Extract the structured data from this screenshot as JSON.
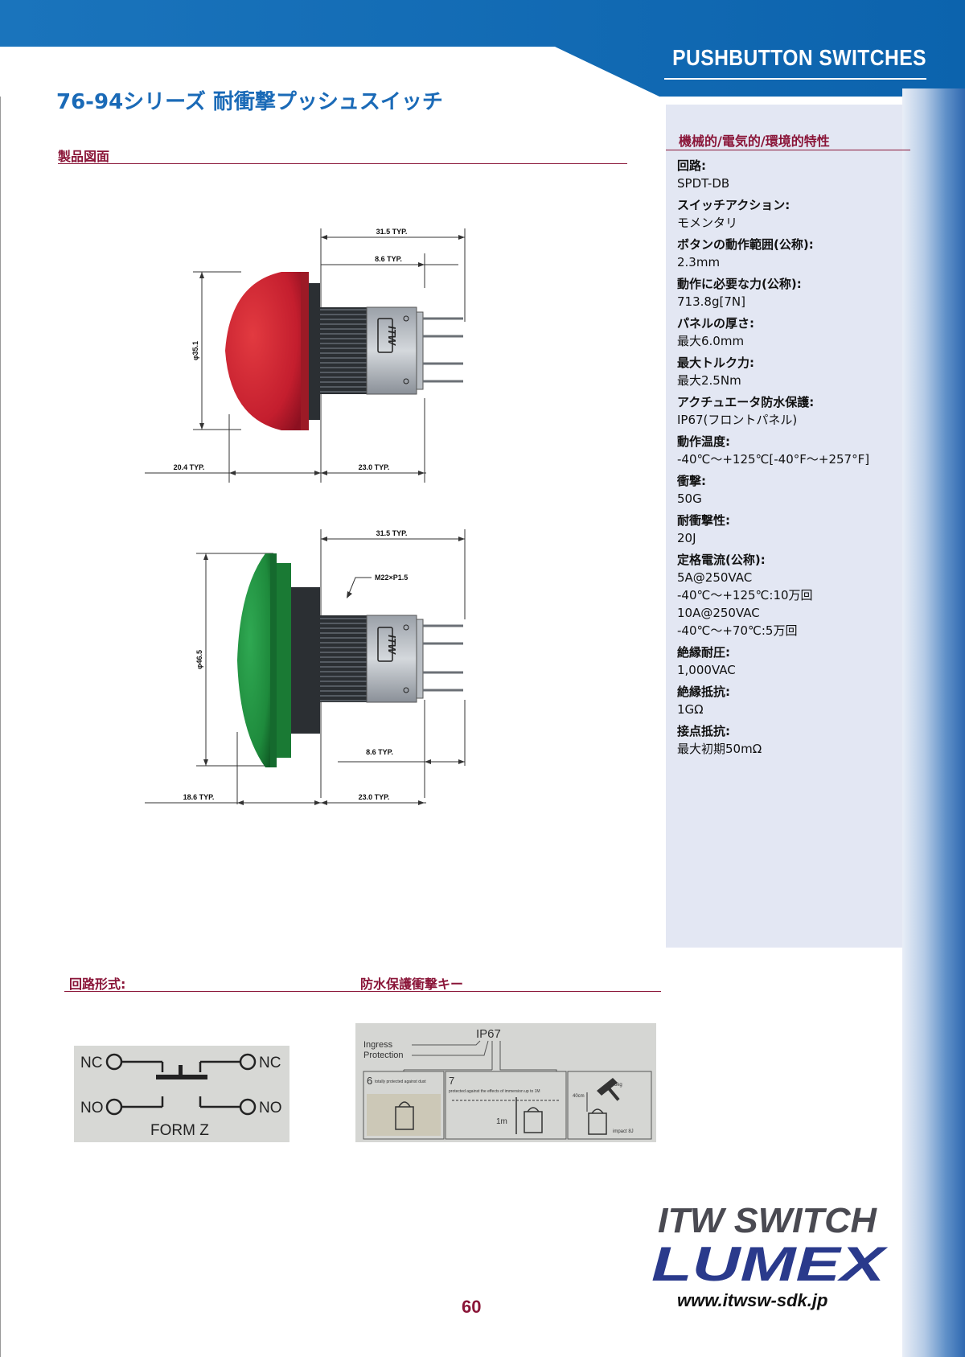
{
  "header": {
    "section_title": "PUSHBUTTON SWITCHES",
    "colors": {
      "band": "#0d6db5",
      "band_light": "#3c87c8"
    }
  },
  "page": {
    "title": "76-94シリーズ 耐衝撃プッシュスイッチ",
    "number": "60",
    "url": "www.itwsw-sdk.jp",
    "logo": {
      "line1": "ITW SWITCH",
      "line2": "LUMEX"
    }
  },
  "drawing": {
    "heading": "製品図面",
    "top": {
      "dims": {
        "overall": "31.5 TYP.",
        "rear": "8.6 TYP.",
        "diameter": "φ35.1",
        "front": "20.4 TYP.",
        "body": "23.0 TYP."
      },
      "body_marking": "ITW",
      "cap_color": "#c41e2e"
    },
    "bottom": {
      "dims": {
        "overall": "31.5 TYP.",
        "thread": "M22×P1.5",
        "diameter": "φ46.5",
        "rear": "8.6 TYP.",
        "front": "18.6 TYP.",
        "body": "23.0 TYP."
      },
      "body_marking": "ITW",
      "cap_color": "#1e8a3c"
    }
  },
  "specs": {
    "heading": "機械的/電気的/環境的特性",
    "items": [
      {
        "label": "回路:",
        "values": [
          "SPDT-DB"
        ]
      },
      {
        "label": "スイッチアクション:",
        "values": [
          "モメンタリ"
        ]
      },
      {
        "label": "ボタンの動作範囲(公称):",
        "values": [
          "2.3mm"
        ]
      },
      {
        "label": "動作に必要な力(公称):",
        "values": [
          "713.8g[7N]"
        ]
      },
      {
        "label": "パネルの厚さ:",
        "values": [
          "最大6.0mm"
        ]
      },
      {
        "label": "最大トルク力:",
        "values": [
          "最大2.5Nm"
        ]
      },
      {
        "label": "アクチュエータ防水保護:",
        "values": [
          "IP67(フロントパネル)"
        ]
      },
      {
        "label": "動作温度:",
        "values": [
          "-40℃～+125℃[-40°F～+257°F]"
        ]
      },
      {
        "label": "衝撃:",
        "values": [
          "50G"
        ]
      },
      {
        "label": "耐衝撃性:",
        "values": [
          "20J"
        ]
      },
      {
        "label": "定格電流(公称):",
        "values": [
          "5A@250VAC",
          "-40℃～+125℃:10万回",
          "10A@250VAC",
          "-40℃～+70℃:5万回"
        ]
      },
      {
        "label": "絶縁耐圧:",
        "values": [
          "1,000VAC"
        ]
      },
      {
        "label": "絶縁抵抗:",
        "values": [
          "1GΩ"
        ]
      },
      {
        "label": "接点抵抗:",
        "values": [
          "最大初期50mΩ"
        ]
      }
    ]
  },
  "circuit": {
    "heading": "回路形式:",
    "nc_left": "NC",
    "nc_right": "NC",
    "no_left": "NO",
    "no_right": "NO",
    "form": "FORM Z"
  },
  "waterproof": {
    "heading": "防水保護衝撃キー",
    "code": "IP67",
    "ingress": "Ingress",
    "protection": "Protection",
    "dust_digit": "6",
    "dust_text": "totally protected against dust",
    "water_digit": "7",
    "water_text": "protected against the effects of immersion up to 1M",
    "depth": "1m",
    "weight": "5kg",
    "height": "40cm",
    "impact": "impact 8J"
  }
}
